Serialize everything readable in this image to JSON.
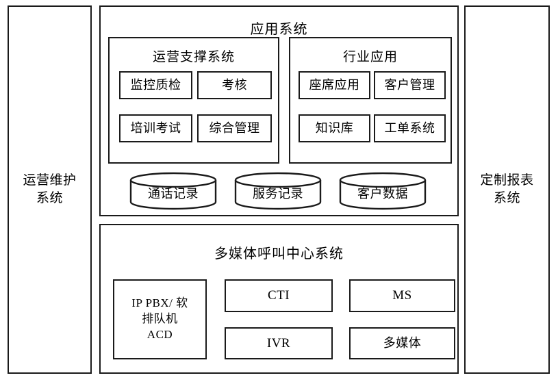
{
  "diagram": {
    "title": "应用系统",
    "left_panel": {
      "label": "运营维护\n系统"
    },
    "right_panel": {
      "label": "定制报表\n系统"
    },
    "application_system": {
      "title": "应用系统",
      "groups": [
        {
          "title": "运营支撑系统",
          "modules": [
            "监控质检",
            "考核",
            "培训考试",
            "综合管理"
          ]
        },
        {
          "title": "行业应用",
          "modules": [
            "座席应用",
            "客户管理",
            "知识库",
            "工单系统"
          ]
        }
      ],
      "datastores": [
        "通话记录",
        "服务记录",
        "客户数据"
      ]
    },
    "call_center_system": {
      "title": "多媒体呼叫中心系统",
      "primary_module": "IP PBX/ 软\n排队机\nACD",
      "modules": [
        "CTI",
        "MS",
        "IVR",
        "多媒体"
      ]
    }
  },
  "style": {
    "line_color": "#1a1a1a",
    "background": "#ffffff"
  }
}
